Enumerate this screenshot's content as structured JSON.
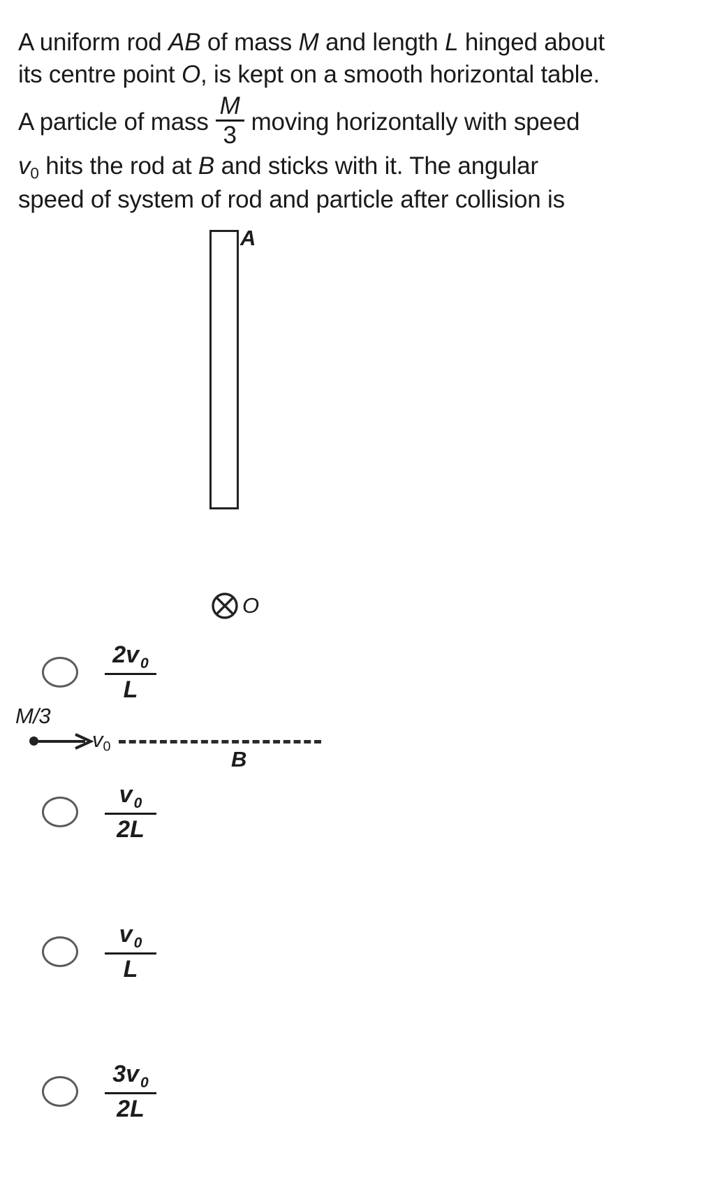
{
  "question": {
    "line1_a": "A uniform rod ",
    "line1_ab": "AB",
    "line1_b": " of mass ",
    "line1_m": "M",
    "line1_c": " and length ",
    "line1_l": "L",
    "line1_d": " hinged about",
    "line2_a": "its centre point ",
    "line2_o": "O",
    "line2_b": ", is kept on a smooth horizontal table.",
    "line3_a": "A particle of mass ",
    "line3_frac_num": "M",
    "line3_frac_den": "3",
    "line3_b": " moving horizontally with speed",
    "line4_v": "v",
    "line4_sub": "0",
    "line4_a": " hits the rod at ",
    "line4_b_label": "B",
    "line4_b": " and sticks with it. The angular",
    "line5": "speed of system of rod and particle after collision is"
  },
  "diagram": {
    "label_top": "A",
    "label_centre": "O",
    "label_bottom": "B",
    "label_particle_mass": "M/3",
    "label_velocity_v": "v",
    "label_velocity_sub": "0",
    "hinge_icon": "hinge-cross-circle-icon",
    "arrow_icon": "velocity-arrow-icon",
    "particle_icon": "particle-dot-icon",
    "dashed_line_icon": "dashed-trajectory-line"
  },
  "options": [
    {
      "id": "option-a",
      "num_coef": "2",
      "num_v": "v",
      "num_sub": "0",
      "den": "L",
      "selected": false
    },
    {
      "id": "option-b",
      "num_coef": "",
      "num_v": "v",
      "num_sub": "0",
      "den": "2L",
      "selected": false
    },
    {
      "id": "option-c",
      "num_coef": "",
      "num_v": "v",
      "num_sub": "0",
      "den": "L",
      "selected": false
    },
    {
      "id": "option-d",
      "num_coef": "3",
      "num_v": "v",
      "num_sub": "0",
      "den": "2L",
      "selected": false
    }
  ],
  "colors": {
    "text": "#1a1a1a",
    "stroke": "#222222",
    "radio_border": "#5b5b5b",
    "background": "#ffffff"
  }
}
